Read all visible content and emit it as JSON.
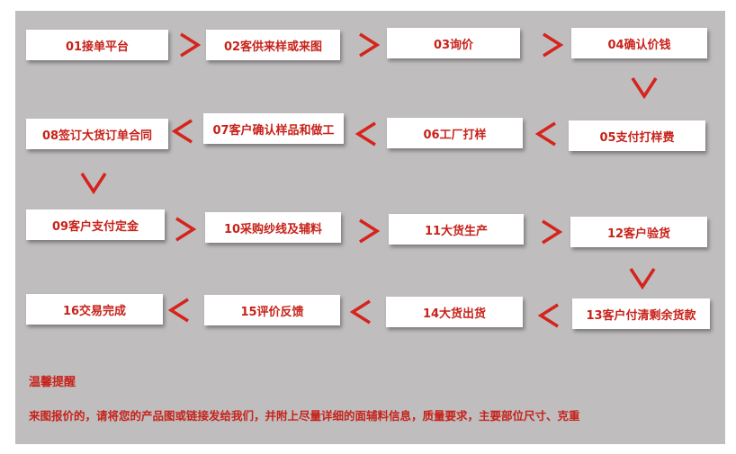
{
  "steps": [
    "01接单平台",
    "02客供来样或来图",
    "03询价",
    "04确认价钱",
    "05支付打样费",
    "06工厂打样",
    "07客户确认样品和做工",
    "08签订大货订单合同",
    "09客户支付定金",
    "10采购纱线及辅料",
    "11大货生产",
    "12客户验货",
    "13客户付清剩余货款",
    "14大货出货",
    "15评价反馈",
    "16交易完成"
  ],
  "note": {
    "title": "温馨提醒",
    "text": "来图报价的，请将您的产品图或链接发给我们，并附上尽量详细的面辅料信息，质量要求，主要部位尺寸、克重"
  },
  "colors": {
    "panel": "#bfbdbe",
    "accent": "#c7221a"
  }
}
